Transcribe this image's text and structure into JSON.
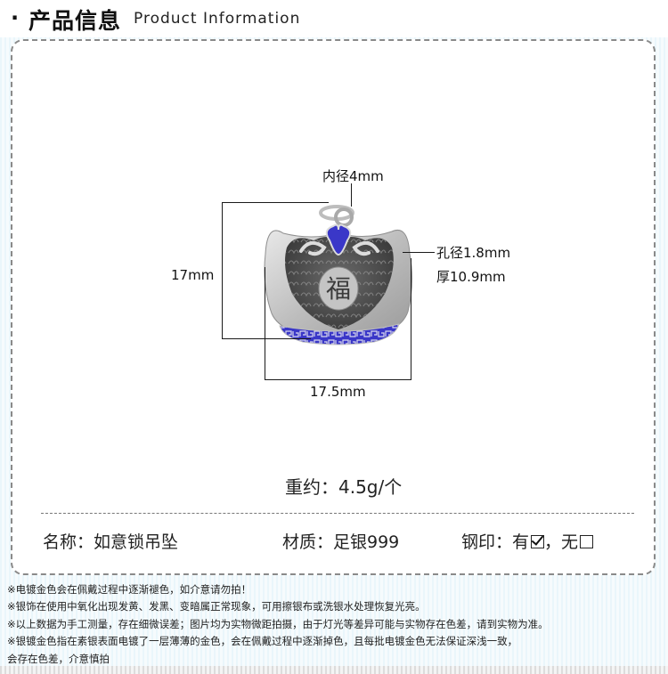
{
  "header": {
    "bullet": "·",
    "title_cn": "产品信息",
    "title_en": "Product Information"
  },
  "dimensions": {
    "inner_diameter": "内径4mm",
    "hole_diameter": "孔径1.8mm",
    "thickness": "厚10.9mm",
    "height": "17mm",
    "width": "17.5mm"
  },
  "pendant": {
    "character": "福",
    "colors": {
      "silver": "#c9c9c9",
      "dark": "#4a4a4a",
      "enamel": "#3a37c8"
    }
  },
  "weight": "重约：4.5g/个",
  "specs": {
    "name": "名称：如意锁吊坠",
    "material": "材质：足银999",
    "stamp_label": "钢印：有",
    "stamp_separator": "，无",
    "stamp_yes_checked": true,
    "stamp_no_checked": false
  },
  "notes": [
    "※电镀金色会在佩戴过程中逐渐褪色，如介意请勿拍！",
    "※银饰在使用中氧化出现发黄、发黑、变暗属正常现象，可用擦银布或洗银水处理恢复光亮。",
    "※以上数据为手工测量，存在细微误差；图片均为实物微距拍摄，由于灯光等差异可能与实物存在色差，请到实物为准。",
    "※银镀金色指在素银表面电镀了一层薄薄的金色，会在佩戴过程中逐渐掉色，且每批电镀金色无法保证深浅一致，",
    "会存在色差，介意慎拍"
  ]
}
